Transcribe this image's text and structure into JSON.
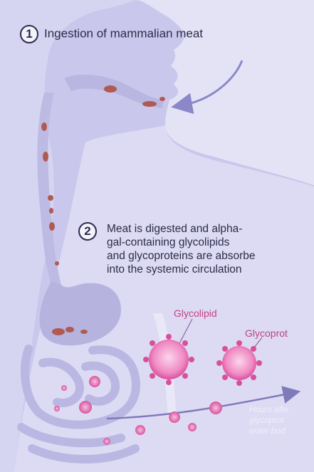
{
  "steps": [
    {
      "number": "1",
      "text": "Ingestion of mammalian meat"
    },
    {
      "number": "2",
      "lines": [
        "Meat is digested and alpha-",
        "gal-containing glycolipids",
        "and glycoproteins are absorbe",
        "into the systemic circulation"
      ]
    }
  ],
  "labels": {
    "glycolipid": "Glycolipid",
    "glycoprotein": "Glycoprot"
  },
  "note_lines": [
    "Hours afte",
    "glycoprot",
    "enter bod"
  ],
  "colors": {
    "background": "#c9c8ec",
    "body_silhouette": "#e4e3f6",
    "gut": "#bdbbe3",
    "meat": "#b05a52",
    "molecule": "#e96fb4",
    "label_pink": "#c2418a",
    "text": "#2d2b4a",
    "arrow": "#8b87c9"
  }
}
